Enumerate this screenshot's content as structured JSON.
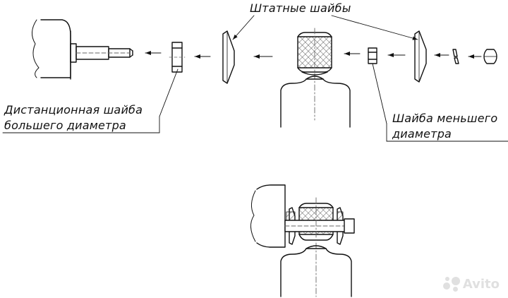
{
  "labels": {
    "stock_washers": "Штатные шайбы",
    "spacer_washer_line1": "Дистанционная шайба",
    "spacer_washer_line2": "большего диаметра",
    "smaller_washer_line1": "Шайба меньшего",
    "smaller_washer_line2": "диаметра"
  },
  "watermark": {
    "text": "Avito",
    "icon": "avito-logo-icon"
  },
  "colors": {
    "stroke": "#111111",
    "hatch": "#444444",
    "dash": "#666666",
    "watermark": "#c8c8c8"
  }
}
